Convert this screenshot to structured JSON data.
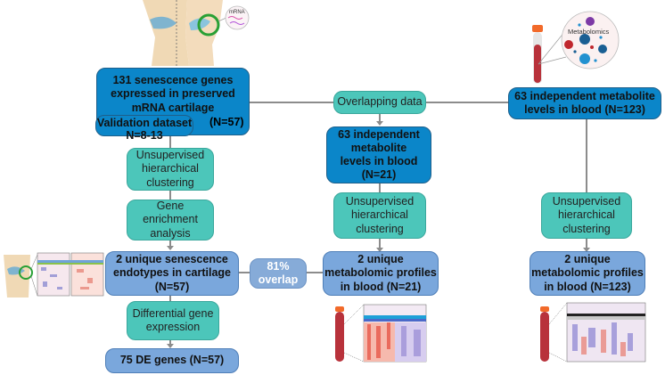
{
  "left_column": {
    "top_box": "131 senescence genes expressed in preserved mRNA cartilage",
    "top_box_n": "(N=57)",
    "validation_line1": "Validation dataset",
    "validation_line2": "N=8-13",
    "step1": "Unsupervised hierarchical clustering",
    "step2": "Gene enrichment analysis",
    "result": "2 unique senescence endotypes in cartilage (N=57)",
    "step3": "Differential gene expression",
    "final": "75 DE genes (N=57)"
  },
  "middle_column": {
    "overlap_box": "Overlapping data",
    "top_box": "63 independent metabolite levels in blood (N=21)",
    "step1": "Unsupervised hierarchical clustering",
    "result": "2 unique metabolomic profiles in blood (N=21)"
  },
  "right_column": {
    "top_box": "63 independent metabolite levels in blood (N=123)",
    "step1": "Unsupervised hierarchical clustering",
    "result": "2 unique metabolomic profiles in blood (N=123)"
  },
  "overlap_badge": {
    "line1": "81%",
    "line2": "overlap"
  },
  "illustrations": {
    "mrna_label": "mRNA",
    "metabolomics_label": "Metabolomics"
  },
  "colors": {
    "dark_blue": "#0b86c9",
    "teal": "#4cc6ba",
    "light_blue": "#7aa7dc",
    "connector": "#8c8c8c"
  }
}
